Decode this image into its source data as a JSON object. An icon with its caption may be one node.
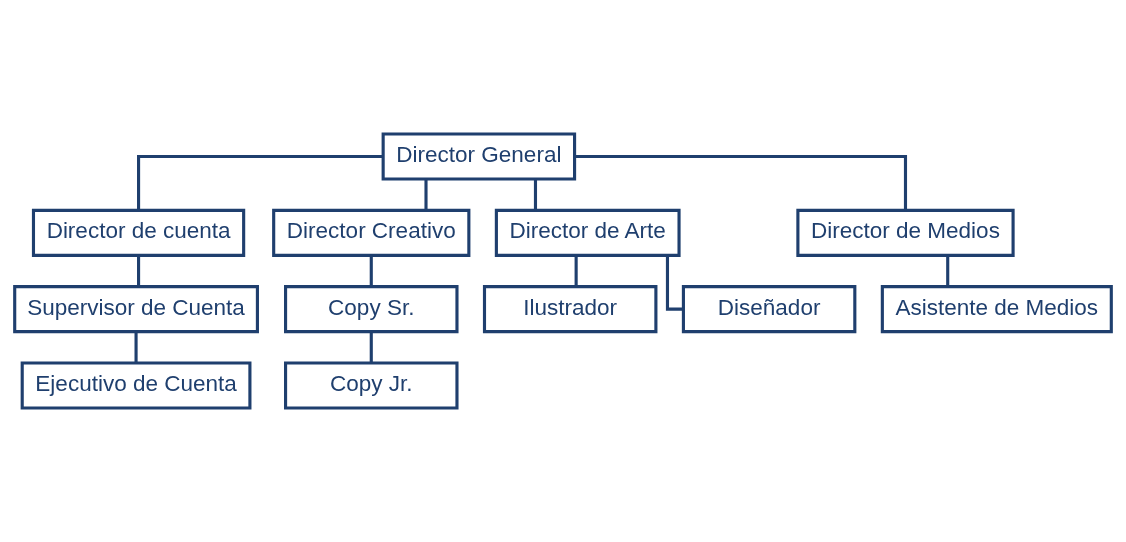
{
  "diagram": {
    "nodes": [
      {
        "text": [
          "Director General"
        ]
      },
      {
        "text": [
          "Director de cuenta"
        ]
      },
      {
        "text": [
          "Director Creativo"
        ]
      },
      {
        "text": [
          "Director de Arte"
        ]
      },
      {
        "text": [
          "Director de Medios"
        ]
      },
      {
        "text": [
          "Supervisor de Cuenta"
        ]
      },
      {
        "text": [
          "Ejecutivo de Cuenta"
        ]
      },
      {
        "text": [
          "Copy Sr."
        ]
      },
      {
        "text": [
          "Copy Jr."
        ]
      },
      {
        "text": [
          "Ilustrador"
        ]
      },
      {
        "text": [
          "Diseñador"
        ]
      },
      {
        "text": [
          "Asistente de Medios"
        ]
      }
    ],
    "edges": [
      {
        "from": 0,
        "to": 1,
        "arrow": "none"
      },
      {
        "from": 0,
        "to": 2,
        "arrow": "none"
      },
      {
        "from": 0,
        "to": 3,
        "arrow": "none"
      },
      {
        "from": 0,
        "to": 4,
        "arrow": "none"
      },
      {
        "from": 1,
        "to": 5,
        "arrow": "none"
      },
      {
        "from": 5,
        "to": 6,
        "arrow": "none"
      },
      {
        "from": 2,
        "to": 7,
        "arrow": "none"
      },
      {
        "from": 7,
        "to": 8,
        "arrow": "none"
      },
      {
        "from": 3,
        "to": 9,
        "arrow": "none"
      },
      {
        "from": 3,
        "to": 10,
        "arrow": "none"
      },
      {
        "from": 4,
        "to": 11,
        "arrow": "none"
      }
    ]
  }
}
